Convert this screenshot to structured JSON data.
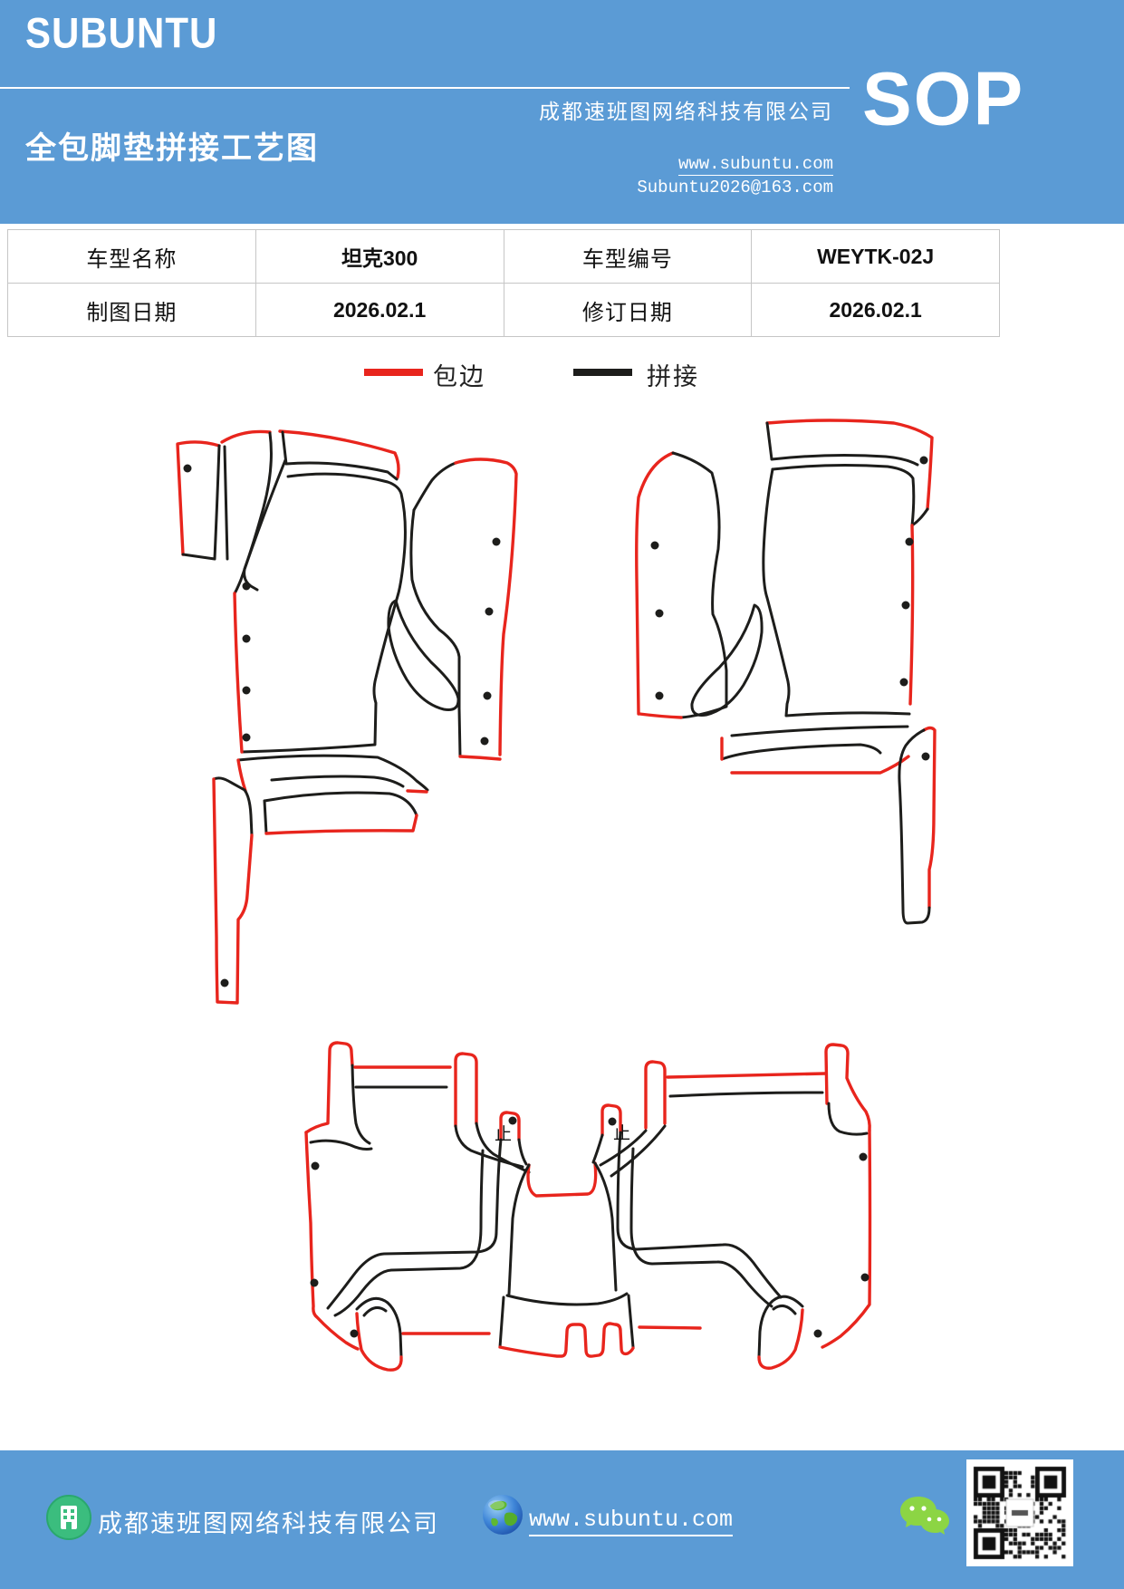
{
  "page": {
    "accent_blue": "#5b9bd5",
    "binding_red": "#e8251d",
    "splice_black": "#1d1d1b",
    "table_border_gray": "#c6c6c6"
  },
  "header": {
    "logo": "SUBUNTU",
    "title": "全包脚垫拼接工艺图",
    "company": "成都速班图网络科技有限公司",
    "website": "www.subuntu.com",
    "email": "Subuntu2026@163.com",
    "sop": "SOP"
  },
  "info_table": {
    "rows": [
      {
        "c0": "车型名称",
        "c1": "坦克300",
        "c2": "车型编号",
        "c3": "WEYTK-02J"
      },
      {
        "c0": "制图日期",
        "c1": "2026.02.1",
        "c2": "修订日期",
        "c3": "2026.02.1"
      }
    ]
  },
  "legend": {
    "items": [
      {
        "label": "包边",
        "color": "#e8251d"
      },
      {
        "label": "拼接",
        "color": "#1d1d1b"
      }
    ]
  },
  "diagram": {
    "annotations": [
      {
        "text": "止"
      },
      {
        "text": "止"
      }
    ]
  },
  "footer": {
    "company": "成都速班图网络科技有限公司",
    "website": "www.subuntu.com"
  }
}
